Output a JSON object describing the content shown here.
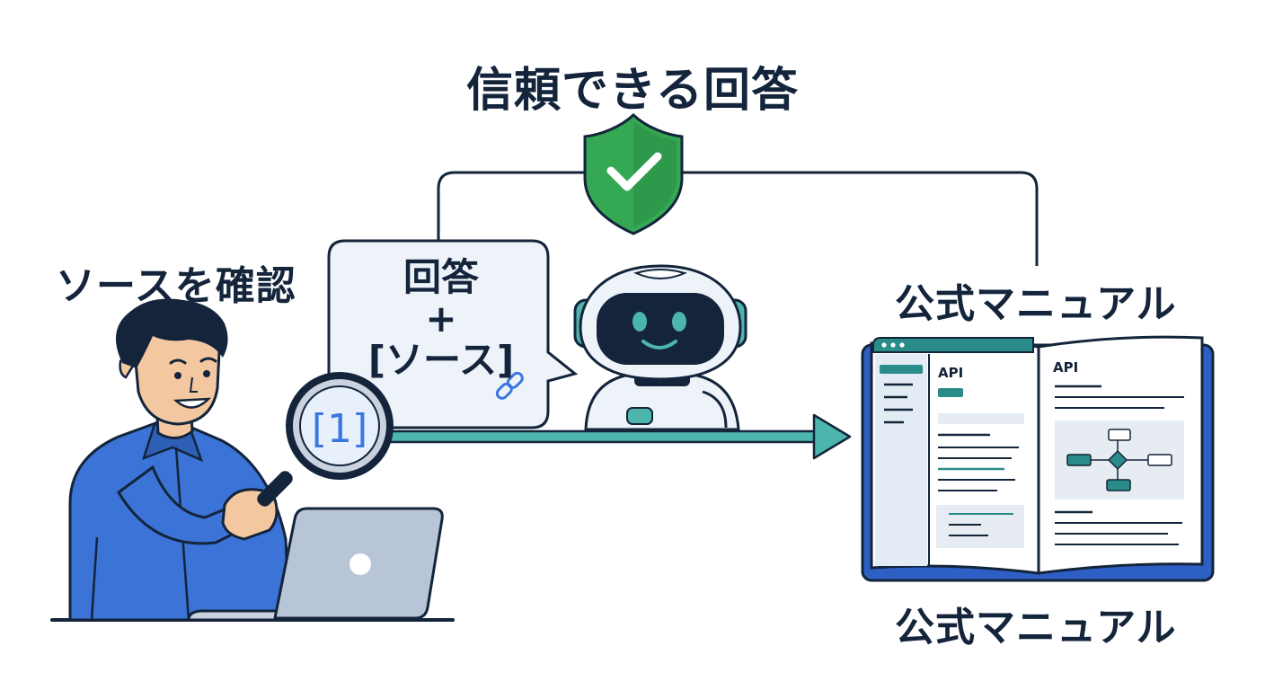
{
  "title": "信頼できる回答",
  "left_label": "ソースを確認",
  "right_label_top": "公式マニュアル",
  "right_label_bottom": "公式マニュアル",
  "bubble": {
    "line1": "回答",
    "line2": "+",
    "line3": "[ソース]"
  },
  "citation": "[1]",
  "manual": {
    "left_page_heading": "API",
    "right_page_heading": "API"
  },
  "colors": {
    "navy": "#13243b",
    "shield_green": "#34a853",
    "teal": "#4db6ac",
    "shirt_blue": "#3b73d6",
    "book_blue": "#2d5fc4",
    "link_blue": "#3a78e0"
  },
  "icons": [
    "shield-check-icon",
    "magnifier-icon",
    "link-icon",
    "robot-icon",
    "arrow-icon",
    "laptop-icon",
    "manual-book-icon"
  ]
}
